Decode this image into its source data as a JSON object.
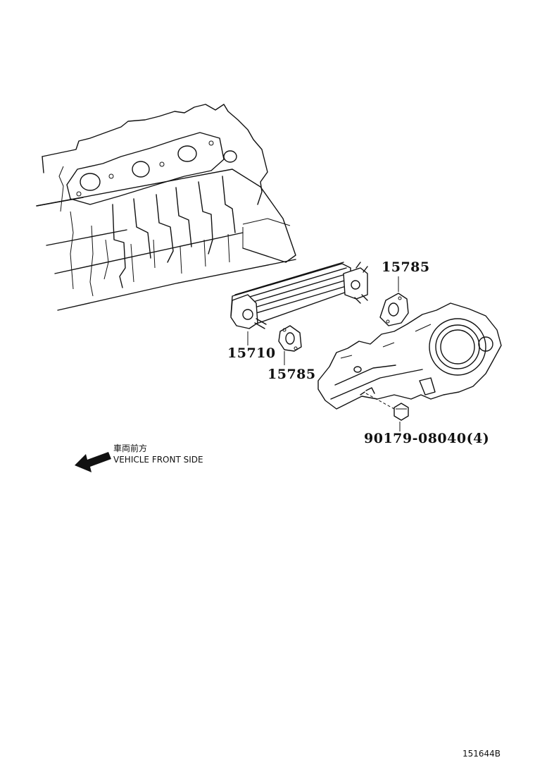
{
  "parts": {
    "cooler": "15710",
    "gasket_upper": "15785",
    "gasket_lower": "15785",
    "nut": "90179-08040(4)"
  },
  "orientation": {
    "label_jp": "車両前方",
    "label_en": "VEHICLE FRONT SIDE"
  },
  "diagram_code": "151644B"
}
